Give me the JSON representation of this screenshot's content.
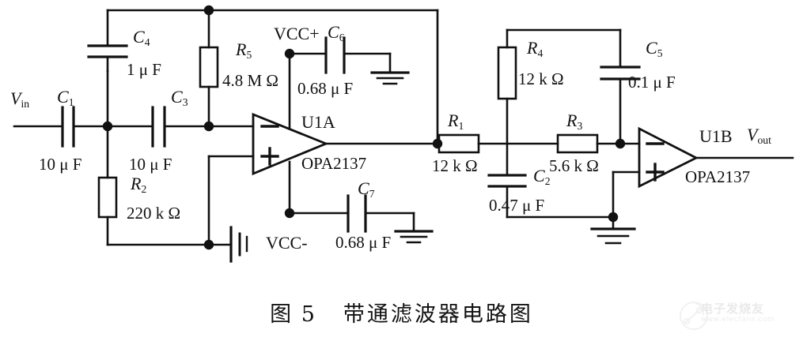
{
  "figure": {
    "caption_number": "图 5",
    "caption_title": "带通滤波器电路图",
    "type": "schematic",
    "description": "Band-pass filter circuit diagram built from two OPA2137 op-amp sections"
  },
  "ports": {
    "input_label": "V",
    "input_sub": "in",
    "output_label": "V",
    "output_sub": "out"
  },
  "supplies": {
    "positive": "VCC+",
    "negative": "VCC-"
  },
  "opamps": [
    {
      "ref": "U1A",
      "part": "OPA2137",
      "minus": "−",
      "plus": "+"
    },
    {
      "ref": "U1B",
      "part": "OPA2137",
      "minus": "−",
      "plus": "+"
    }
  ],
  "components": [
    {
      "ref": "C",
      "sub": "1",
      "value": "10 μ F",
      "kind": "capacitor"
    },
    {
      "ref": "C",
      "sub": "2",
      "value": "0.47 μ F",
      "kind": "capacitor"
    },
    {
      "ref": "C",
      "sub": "3",
      "value": "10 μ F",
      "kind": "capacitor"
    },
    {
      "ref": "C",
      "sub": "4",
      "value": "1 μ F",
      "kind": "capacitor"
    },
    {
      "ref": "C",
      "sub": "5",
      "value": "0.1 μ F",
      "kind": "capacitor"
    },
    {
      "ref": "C",
      "sub": "6",
      "value": "0.68 μ F",
      "kind": "capacitor"
    },
    {
      "ref": "C",
      "sub": "7",
      "value": "0.68 μ F",
      "kind": "capacitor"
    },
    {
      "ref": "R",
      "sub": "1",
      "value": "12 k Ω",
      "kind": "resistor"
    },
    {
      "ref": "R",
      "sub": "2",
      "value": "220 k Ω",
      "kind": "resistor"
    },
    {
      "ref": "R",
      "sub": "3",
      "value": "5.6 k Ω",
      "kind": "resistor"
    },
    {
      "ref": "R",
      "sub": "4",
      "value": "12 k Ω",
      "kind": "resistor"
    },
    {
      "ref": "R",
      "sub": "5",
      "value": "4.8 M Ω",
      "kind": "resistor"
    }
  ],
  "labels": {
    "c1_ref": "C",
    "c1_sub": "1",
    "c1_val": "10 μ F",
    "c2_ref": "C",
    "c2_sub": "2",
    "c2_val": "0.47 μ F",
    "c3_ref": "C",
    "c3_sub": "3",
    "c3_val": "10 μ F",
    "c4_ref": "C",
    "c4_sub": "4",
    "c4_val": "1 μ F",
    "c5_ref": "C",
    "c5_sub": "5",
    "c5_val": "0.1 μ F",
    "c6_ref": "C",
    "c6_sub": "6",
    "c6_val": "0.68 μ F",
    "c7_ref": "C",
    "c7_sub": "7",
    "c7_val": "0.68 μ F",
    "r1_ref": "R",
    "r1_sub": "1",
    "r1_val": "12 k Ω",
    "r2_ref": "R",
    "r2_sub": "2",
    "r2_val": "220 k Ω",
    "r3_ref": "R",
    "r3_sub": "3",
    "r3_val": "5.6 k Ω",
    "r4_ref": "R",
    "r4_sub": "4",
    "r4_val": "12 k Ω",
    "r5_ref": "R",
    "r5_sub": "5",
    "r5_val": "4.8 M Ω"
  },
  "watermark": {
    "text": "电子发烧友",
    "url": "www.elecfans.com"
  },
  "colors": {
    "wire": "#111111",
    "background": "#ffffff",
    "text": "#111111",
    "watermark": "#c0c0c6"
  }
}
